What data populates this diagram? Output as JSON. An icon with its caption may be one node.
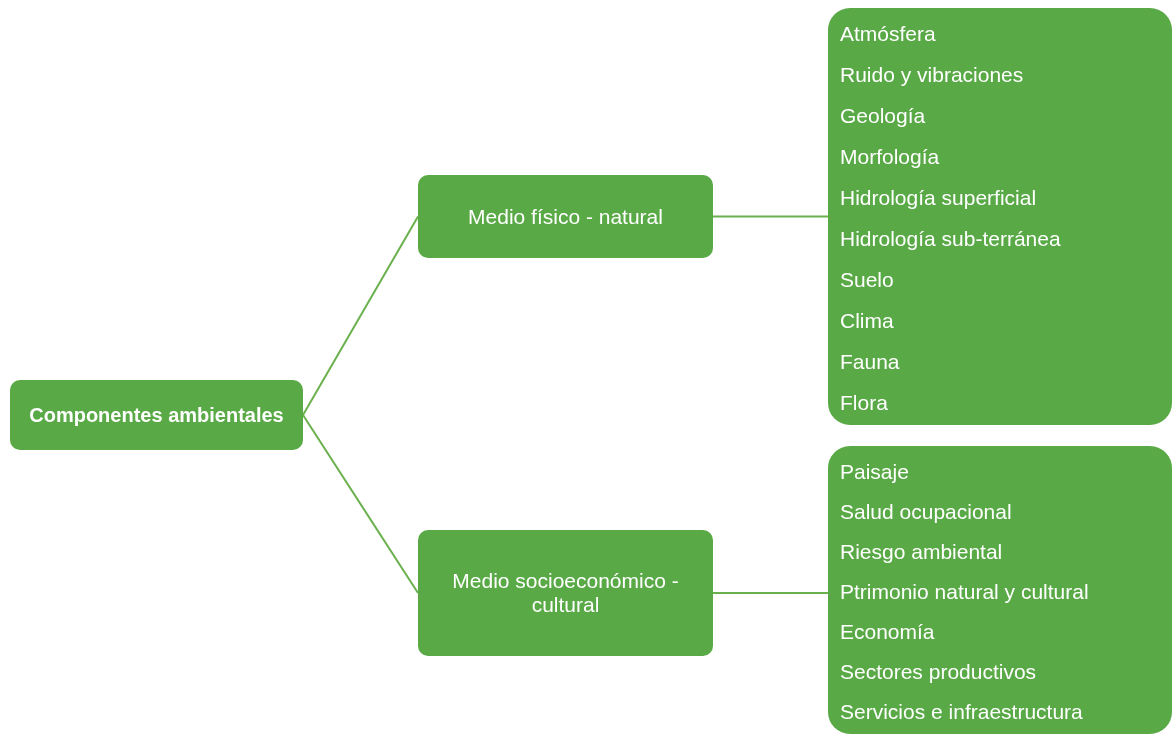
{
  "diagram": {
    "nodes": [
      {
        "text": [
          "Componentes ambientales"
        ]
      },
      {
        "text": [
          "Medio físico - natural"
        ]
      },
      {
        "text": [
          "Medio socioeconómico - cultural"
        ]
      },
      {
        "text": [
          "Atmósfera",
          "Ruido y vibraciones",
          "Geología",
          "Morfología",
          "Hidrología superficial",
          "Hidrología sub-terránea",
          "Suelo",
          "Clima",
          "Fauna",
          "Flora"
        ]
      },
      {
        "text": [
          "Paisaje",
          "Salud ocupacional",
          "Riesgo ambiental",
          "Ptrimonio natural y cultural",
          "Economía",
          "Sectores productivos",
          "Servicios e infraestructura"
        ]
      }
    ],
    "edges": [
      {
        "from": 0,
        "to": 1,
        "arrow": "none"
      },
      {
        "from": 0,
        "to": 2,
        "arrow": "none"
      },
      {
        "from": 1,
        "to": 3,
        "arrow": "none"
      },
      {
        "from": 2,
        "to": 4,
        "arrow": "none"
      }
    ]
  }
}
